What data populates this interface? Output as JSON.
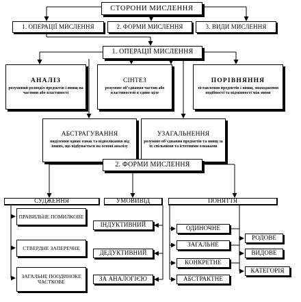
{
  "root": {
    "label": "СТОРОНИ   МИСЛЕННЯ"
  },
  "branches": [
    {
      "label": "1. ОПЕРАЦІЇ МИСЛЕННЯ"
    },
    {
      "label": "2. ФОРМИ МИСЛЕННЯ"
    },
    {
      "label": "3. ВИДИ МИСЛЕННЯ"
    }
  ],
  "operations": {
    "title": "1. ОПЕРАЦІЇ МИСЛЕННЯ",
    "analysis": {
      "name": "АНАЛІЗ",
      "desc": "розумовий розподіл предметів і явищ на частини або властивості"
    },
    "synthesis": {
      "name": "СІНТЕЗ",
      "desc": "розумове об’єднання частин або властивостей в єдине ціле"
    },
    "comparison": {
      "name": "ПОРІВНЯННЯ",
      "desc": "зіставлення предметів і явищ, знаходження подібності та відмінності між ними"
    },
    "abstraction": {
      "name": "АБСТРАГУВАННЯ",
      "desc": "виділення одних ознак та відволікання від інших, що відбувається на основі аналізу"
    },
    "generalization": {
      "name": "УЗАГАЛЬНЕННЯ",
      "desc": "розумове об’єднання предметів та явищ за їх спільними та істотними ознаками"
    }
  },
  "forms": {
    "title": "2. ФОРМИ МИСЛЕННЯ",
    "judgment": {
      "label": "СУДЖЕННЯ",
      "items": [
        "ПРАВИЛЬНЕ ПОМИЛКОВЕ",
        "СТВЕРДНЕ ЗАПЕРЕЧНЕ",
        "ЗАГАЛЬНЕ ПООДИНОКЕ ЧАСТКОВЕ"
      ]
    },
    "inference": {
      "label": "УМОВИВІД",
      "items": [
        "ІНДУКТИВНИЙ",
        "ДЕДУКТИВНИЙ",
        "ЗА АНАЛОГІЄЮ"
      ]
    },
    "concept": {
      "label": "ПОНЯТТЯ",
      "items": [
        "ОДИНОЧНЕ",
        "ЗАГАЛЬНЕ",
        "КОНКРЕТНЕ",
        "АБСТРАКТНЕ"
      ],
      "subitems": [
        "РОДОВЕ",
        "ВИДОВЕ",
        "КАТЕГОРІЯ"
      ]
    }
  }
}
